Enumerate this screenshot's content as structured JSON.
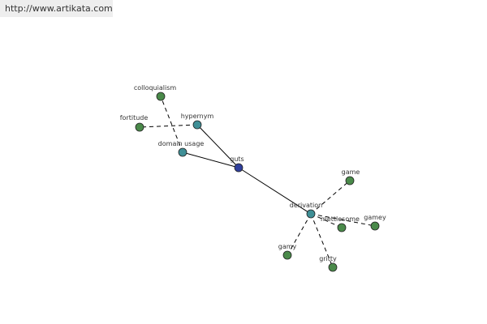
{
  "header": {
    "source_url": "http://www.artikata.com"
  },
  "graph": {
    "nodes": [
      {
        "id": "guts",
        "label": "guts",
        "kind": "root",
        "color": "#2f3f9c"
      },
      {
        "id": "domain_usage",
        "label": "domain usage",
        "kind": "relation",
        "color": "#3f8f96"
      },
      {
        "id": "hypernym",
        "label": "hypernym",
        "kind": "relation",
        "color": "#3f8f96"
      },
      {
        "id": "derivation",
        "label": "derivation",
        "kind": "relation",
        "color": "#3f8f96"
      },
      {
        "id": "colloquialism",
        "label": "colloquialism",
        "kind": "word",
        "color": "#4a8a4a"
      },
      {
        "id": "fortitude",
        "label": "fortitude",
        "kind": "word",
        "color": "#4a8a4a"
      },
      {
        "id": "game",
        "label": "game",
        "kind": "word",
        "color": "#4a8a4a"
      },
      {
        "id": "mettlesome",
        "label": "mettlesome",
        "kind": "word",
        "color": "#4a8a4a"
      },
      {
        "id": "gamey",
        "label": "gamey",
        "kind": "word",
        "color": "#4a8a4a"
      },
      {
        "id": "gamy",
        "label": "gamy",
        "kind": "word",
        "color": "#4a8a4a"
      },
      {
        "id": "gritty",
        "label": "gritty",
        "kind": "word",
        "color": "#4a8a4a"
      }
    ],
    "edges": [
      {
        "from": "guts",
        "to": "domain_usage",
        "style": "solid"
      },
      {
        "from": "guts",
        "to": "hypernym",
        "style": "solid"
      },
      {
        "from": "guts",
        "to": "derivation",
        "style": "solid"
      },
      {
        "from": "domain_usage",
        "to": "colloquialism",
        "style": "dashed"
      },
      {
        "from": "hypernym",
        "to": "fortitude",
        "style": "dashed"
      },
      {
        "from": "derivation",
        "to": "game",
        "style": "dashed"
      },
      {
        "from": "derivation",
        "to": "mettlesome",
        "style": "dashed"
      },
      {
        "from": "derivation",
        "to": "gamey",
        "style": "dashed"
      },
      {
        "from": "derivation",
        "to": "gamy",
        "style": "dashed"
      },
      {
        "from": "derivation",
        "to": "gritty",
        "style": "dashed"
      }
    ]
  }
}
